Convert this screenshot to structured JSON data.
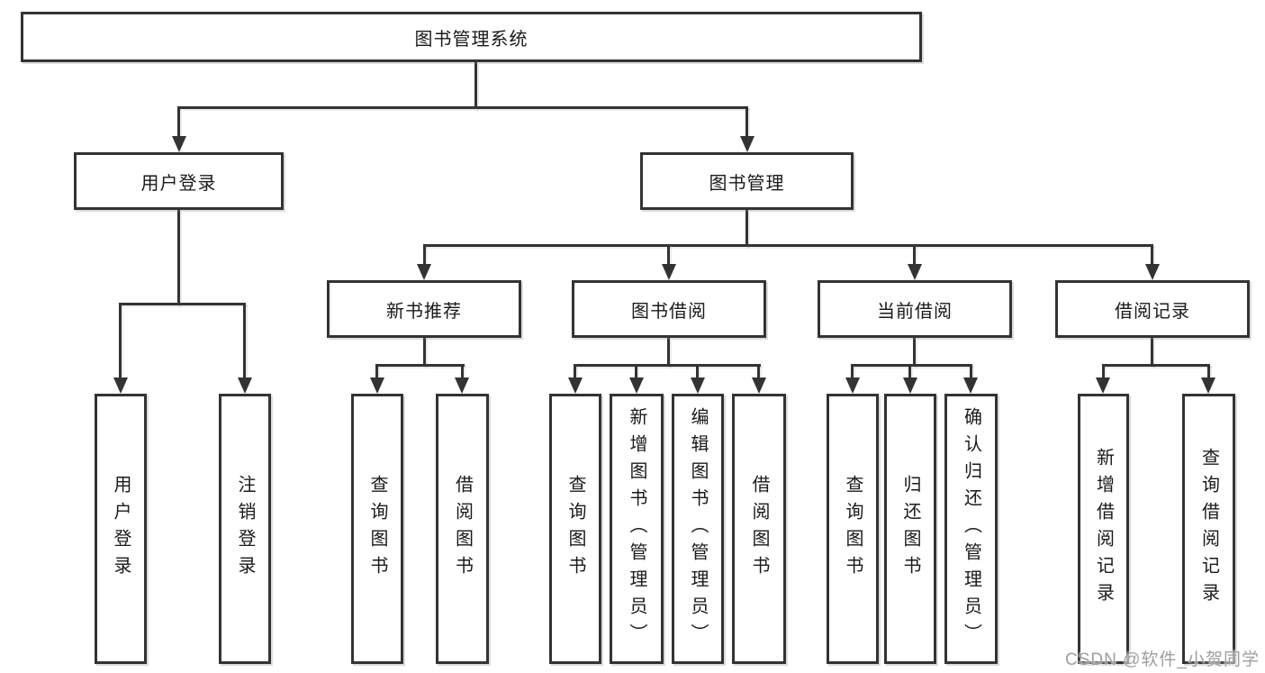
{
  "colors": {
    "line": "#333333",
    "box_border": "#333333",
    "box_fill": "#ffffff",
    "text": "#1a1a1a",
    "watermark": "#9e9e9e",
    "background": "#ffffff"
  },
  "watermark": {
    "text": "CSDN @软件_小贺同学"
  },
  "nodes": {
    "root": {
      "label": "图书管理系统"
    },
    "userLogin": {
      "label": "用户登录",
      "children": [
        {
          "label": "用户登录"
        },
        {
          "label": "注销登录"
        }
      ]
    },
    "bookMgmt": {
      "label": "图书管理",
      "children": [
        {
          "label": "新书推荐",
          "children": [
            {
              "label": "查询图书"
            },
            {
              "label": "借阅图书"
            }
          ]
        },
        {
          "label": "图书借阅",
          "children": [
            {
              "label": "查询图书"
            },
            {
              "label": "新增图书（管理员）"
            },
            {
              "label": "编辑图书（管理员）"
            },
            {
              "label": "借阅图书"
            }
          ]
        },
        {
          "label": "当前借阅",
          "children": [
            {
              "label": "查询图书"
            },
            {
              "label": "归还图书"
            },
            {
              "label": "确认归还（管理员）"
            }
          ]
        },
        {
          "label": "借阅记录",
          "children": [
            {
              "label": "新增借阅记录"
            },
            {
              "label": "查询借阅记录"
            }
          ]
        }
      ]
    }
  }
}
